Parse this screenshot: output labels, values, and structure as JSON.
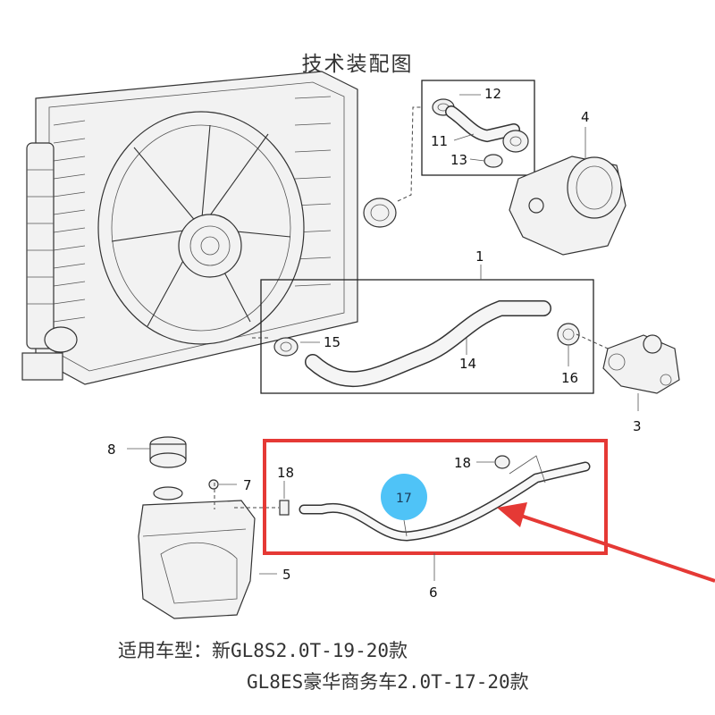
{
  "diagram": {
    "title": "技术装配图",
    "callouts": {
      "c1": "1",
      "c3": "3",
      "c4": "4",
      "c5": "5",
      "c6": "6",
      "c7": "7",
      "c8": "8",
      "c11": "11",
      "c12": "12",
      "c13": "13",
      "c14": "14",
      "c15": "15",
      "c16": "16",
      "c17": "17",
      "c18a": "18",
      "c18b": "18"
    },
    "highlight_color": "#e53935",
    "marker_color": "#4fc3f7",
    "footer": {
      "line1": "适用车型：新GL8S2.0T-19-20款",
      "line2": "GL8ES豪华商务车2.0T-17-20款"
    }
  }
}
